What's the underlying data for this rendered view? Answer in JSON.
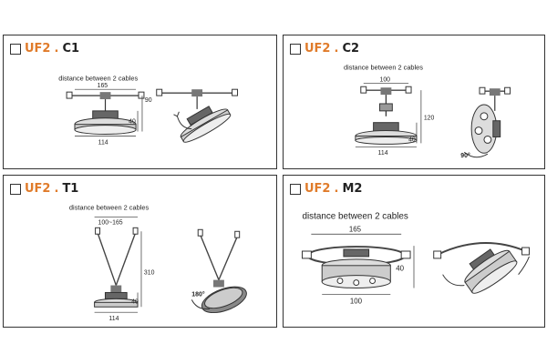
{
  "panels": [
    {
      "id": "c1",
      "prefix": "UF2",
      "suffix": "C1",
      "caption": "distance between 2 cables",
      "dims": {
        "width_top": "165",
        "width_bottom": "114",
        "h1": "90",
        "h2": "40"
      }
    },
    {
      "id": "c2",
      "prefix": "UF2",
      "suffix": "C2",
      "caption": "distance between 2 cables",
      "dims": {
        "width_top": "100",
        "width_bottom": "114",
        "h1": "120",
        "h2": "40",
        "rotation": "90°"
      }
    },
    {
      "id": "t1",
      "prefix": "UF2",
      "suffix": "T1",
      "caption": "distance between 2 cables",
      "dims": {
        "width_top": "100~165",
        "width_bottom": "114",
        "h1": "310",
        "h2": "40",
        "rotation": "180°"
      }
    },
    {
      "id": "m2",
      "prefix": "UF2",
      "suffix": "M2",
      "caption": "distance between 2 cables",
      "dims": {
        "width_top": "165",
        "width_bottom": "100",
        "h1": "40"
      }
    }
  ],
  "colors": {
    "accent": "#e07b2a",
    "line": "#333333",
    "fixture": "#555555"
  }
}
